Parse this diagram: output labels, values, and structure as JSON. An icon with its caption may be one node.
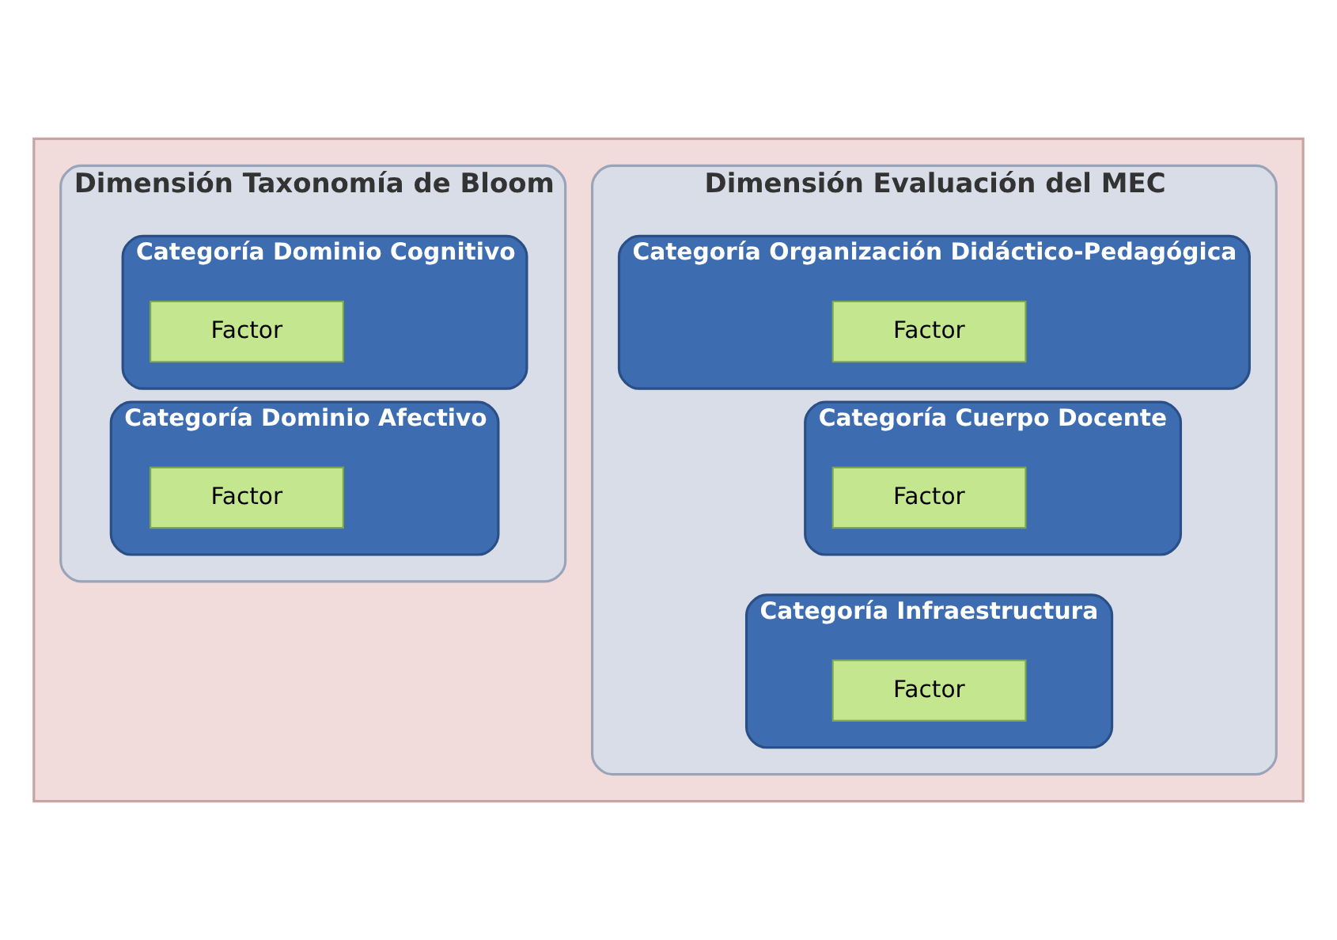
{
  "diagram": {
    "nodes": [
      {
        "text": [],
        "shape": "box"
      },
      {
        "text": [
          "Dimensión Evaluación del MEC"
        ],
        "in": 0
      },
      {
        "text": [
          "Categoría Organización Didáctico-Pedagógica"
        ],
        "in": 1
      },
      {
        "text": [
          "Factor"
        ],
        "in": 2
      },
      {
        "text": [
          "Categoría Cuerpo Docente"
        ],
        "in": 1
      },
      {
        "text": [
          "Factor"
        ],
        "in": 4
      },
      {
        "text": [
          "Categoría Infraestructura"
        ],
        "in": 1
      },
      {
        "text": [
          "Factor"
        ],
        "in": 6
      },
      {
        "text": [
          "Dimensión Taxonomía de Bloom"
        ],
        "in": 0
      },
      {
        "text": [
          "Categoría Dominio Cognitivo"
        ],
        "in": 8
      },
      {
        "text": [
          "Factor"
        ],
        "in": 9
      },
      {
        "text": [
          "Categoría Dominio Afectivo"
        ],
        "in": 8
      },
      {
        "text": [
          "Factor"
        ],
        "in": 11
      }
    ]
  }
}
